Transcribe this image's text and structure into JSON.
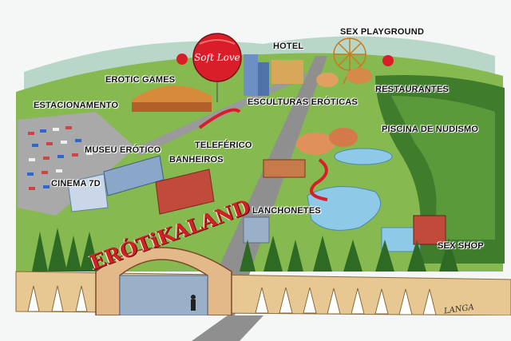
{
  "sign": {
    "text": "ERÓTiKALAND"
  },
  "labels": {
    "hotel": "HOTEL",
    "sex_playground": "SEX PLAYGROUND",
    "erotic_games": "EROTIC GAMES",
    "restaurantes": "RESTAURANTES",
    "estacionamento": "ESTACIONAMENTO",
    "esculturas_eroticas": "ESCULTURAS ERÓTICAS",
    "piscina_de_nudismo": "PISCINA DE NUDISMO",
    "teleferico": "TELEFÉRICO",
    "museu_erotico": "MUSEU ERÓTICO",
    "banheiros": "BANHEIROS",
    "cinema_7d": "CINEMA 7D",
    "lanchonetes": "LANCHONETES",
    "sex_shop": "SEX SHOP"
  },
  "balloon": {
    "text": "Soft Love"
  },
  "signature": "LANGA",
  "colors": {
    "sky": "#f2f6f6",
    "grass": "#7fb54a",
    "forest": "#3f7d2c",
    "road": "#8f8f8f",
    "water": "#8fc9e8",
    "balloon": "#d91e2a",
    "sign_red": "#d02222",
    "wall": "#e7c792"
  }
}
